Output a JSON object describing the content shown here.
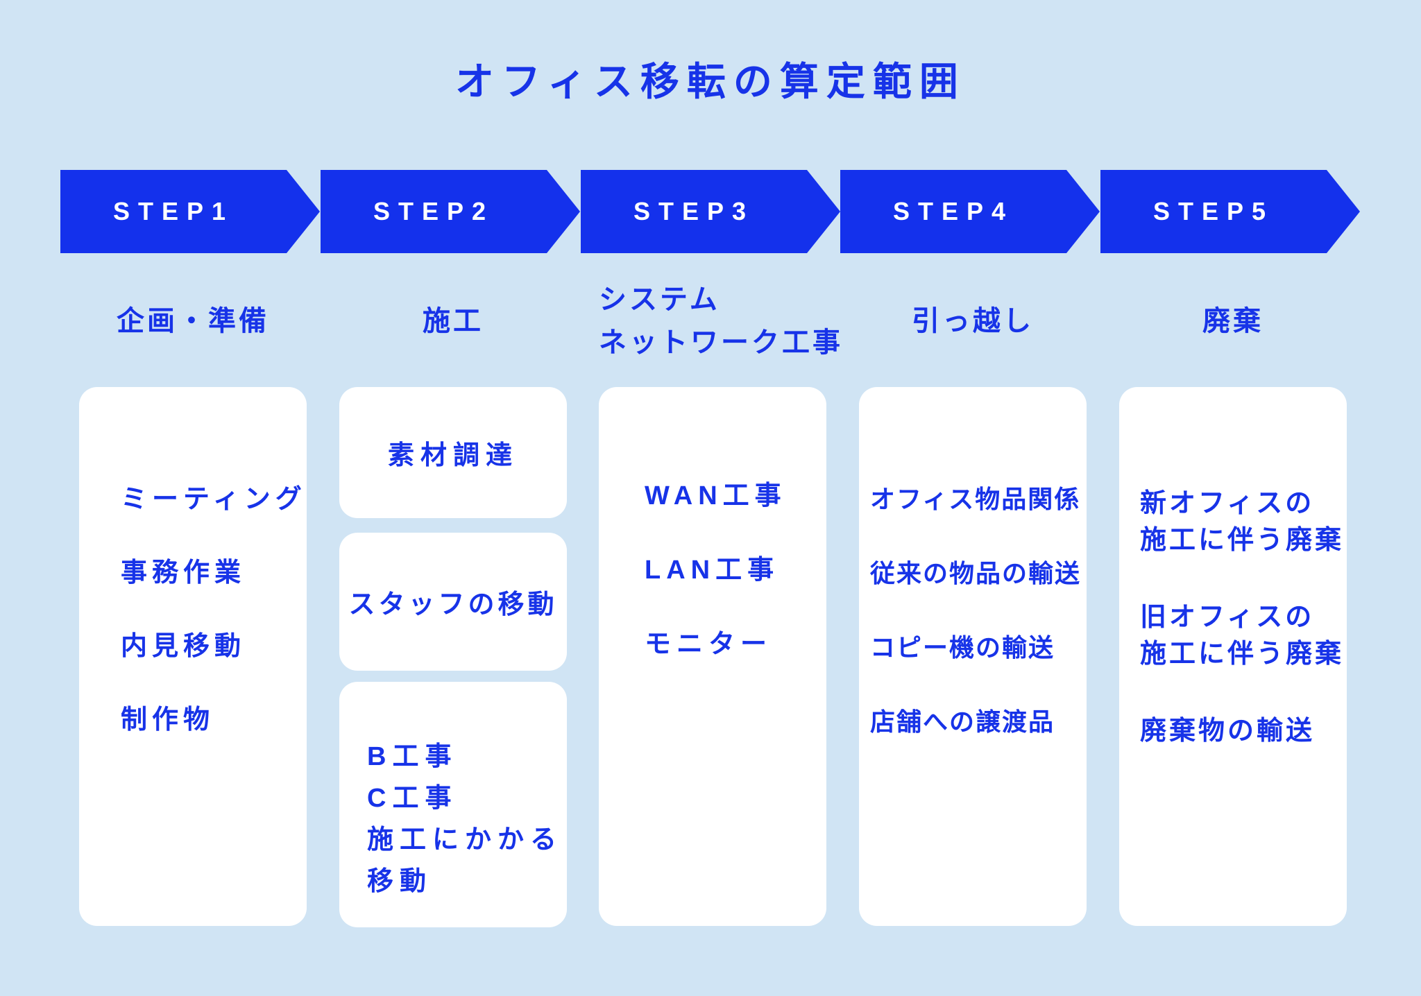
{
  "title": "オフィス移転の算定範囲",
  "colors": {
    "accent_blue_text": "#1733E8",
    "arrow_blue": "#1431EC",
    "background_light_blue": "#D0E4F4",
    "card_white": "#FFFFFF",
    "badge_text_white": "#FFFFFF"
  },
  "steps": [
    {
      "badge": "STEP1",
      "label_lines": [
        "企画・準備"
      ],
      "cards": [
        {
          "items": [
            "ミーティング",
            "事務作業",
            "内見移動",
            "制作物"
          ]
        }
      ]
    },
    {
      "badge": "STEP2",
      "label_lines": [
        "施工"
      ],
      "cards": [
        {
          "items": [
            "素材調達"
          ]
        },
        {
          "items": [
            "スタッフの移動"
          ]
        },
        {
          "items": [
            "B工事",
            "C工事",
            "施工にかかる",
            "移動"
          ]
        }
      ]
    },
    {
      "badge": "STEP3",
      "label_lines": [
        "システム",
        "ネットワーク工事"
      ],
      "cards": [
        {
          "items": [
            "WAN工事",
            "LAN工事",
            "モニター"
          ]
        }
      ]
    },
    {
      "badge": "STEP4",
      "label_lines": [
        "引っ越し"
      ],
      "cards": [
        {
          "items": [
            "オフィス物品関係",
            "従来の物品の輸送",
            "コピー機の輸送",
            "店舗への譲渡品"
          ]
        }
      ]
    },
    {
      "badge": "STEP5",
      "label_lines": [
        "廃棄"
      ],
      "cards": [
        {
          "blocks": [
            [
              "新オフィスの",
              "施工に伴う廃棄"
            ],
            [
              "旧オフィスの",
              "施工に伴う廃棄"
            ],
            [
              "廃棄物の輸送"
            ]
          ]
        }
      ]
    }
  ]
}
